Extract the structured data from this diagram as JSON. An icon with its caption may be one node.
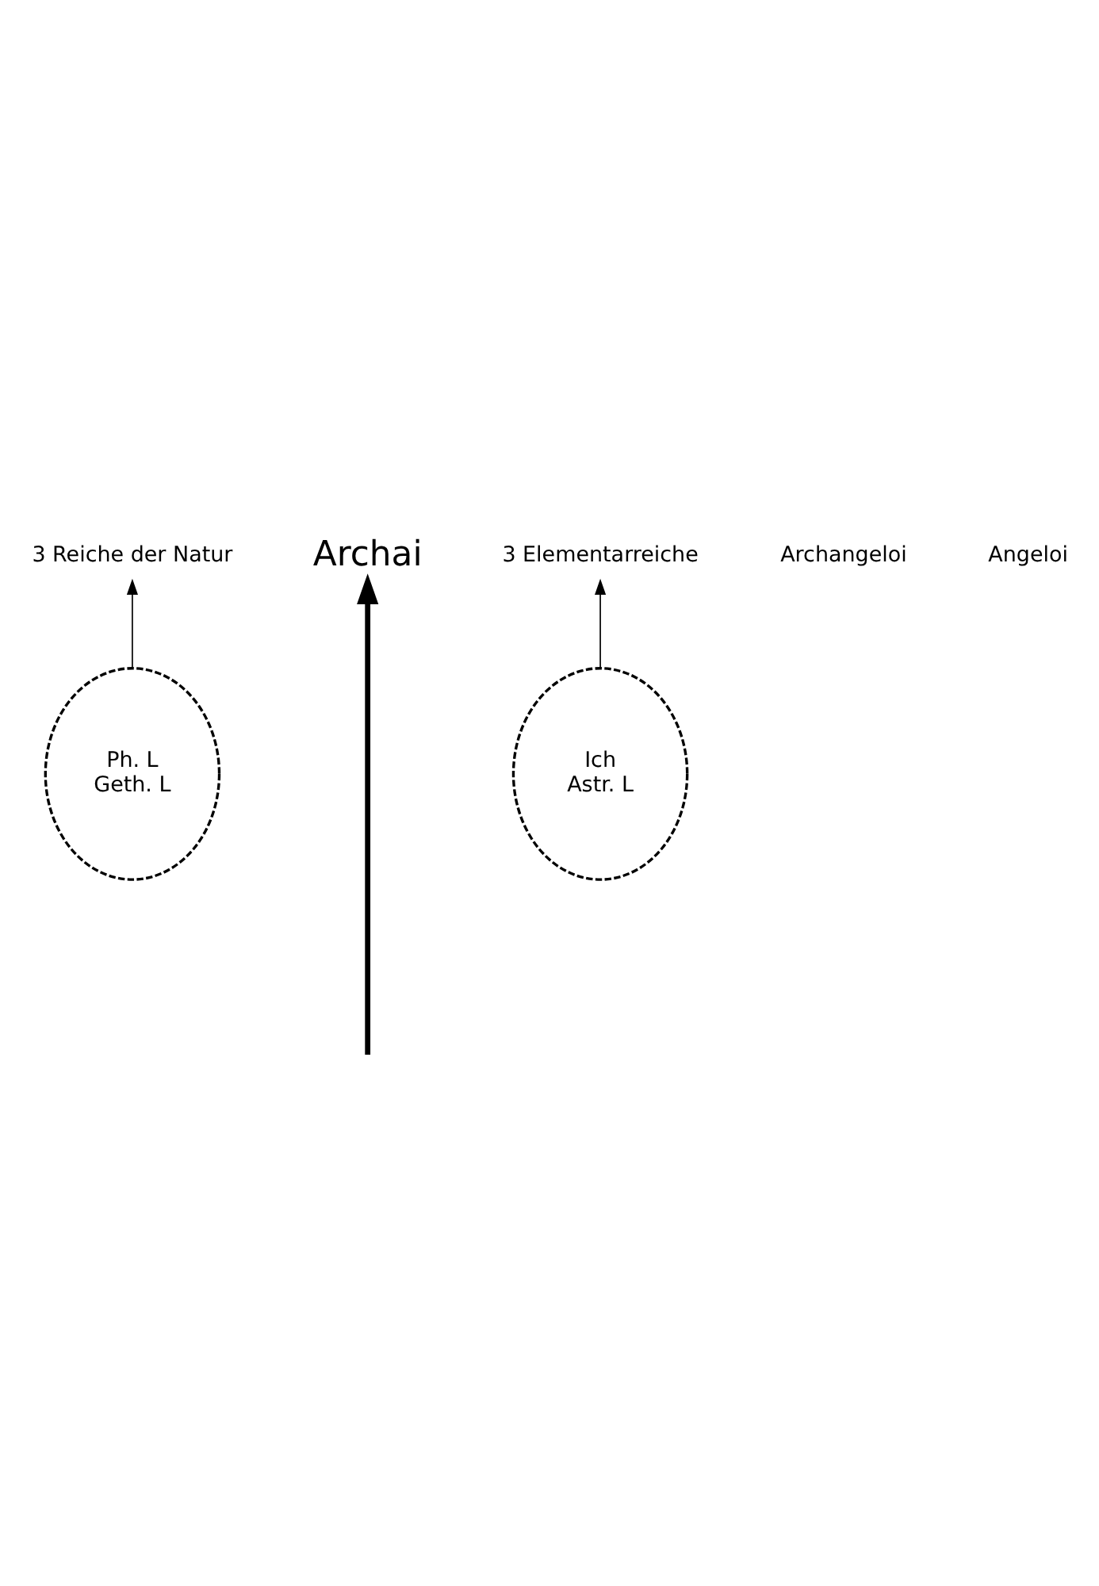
{
  "diagram": {
    "nodes": [
      {
        "text": [
          "3 Reiche der Natur"
        ]
      },
      {
        "text": [
          "Archai"
        ]
      },
      {
        "text": [
          "3 Elementarreiche"
        ]
      },
      {
        "text": [
          "Ph. L",
          "Geth. L"
        ]
      },
      {
        "text": [
          "Ich",
          "Astr. L"
        ]
      }
    ],
    "edges": [
      {
        "from": 3,
        "to": 0,
        "arrow": "to"
      },
      {
        "from": null,
        "to": 1,
        "arrow": "to",
        "style": "thick"
      },
      {
        "from": 4,
        "to": 2,
        "arrow": "to"
      }
    ],
    "labels": [
      "Archangeloi",
      "Angeloi"
    ]
  }
}
